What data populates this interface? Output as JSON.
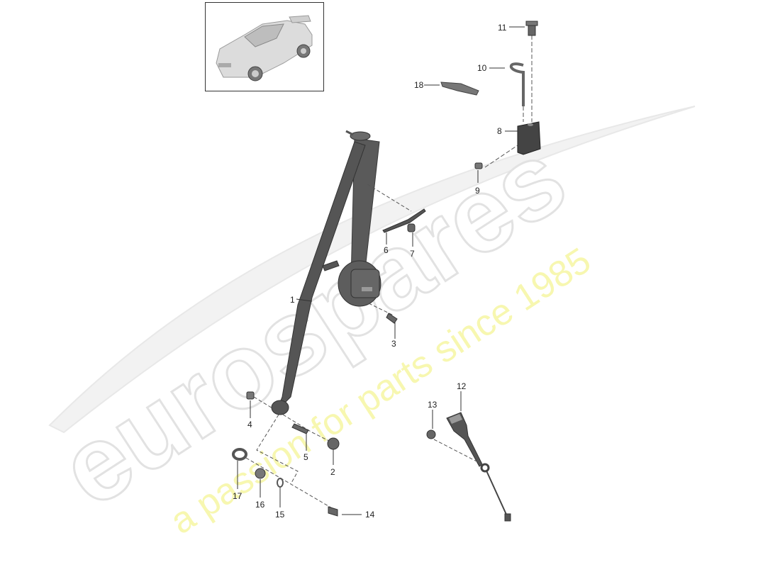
{
  "diagram": {
    "title": "Seat belt assembly exploded parts diagram",
    "thumbnail": {
      "subject": "car-thumbnail",
      "description": "Sports car overview"
    },
    "watermark": {
      "brand": "eurospares",
      "tagline": "a passion for parts since 1985",
      "brand_color": "#e6e6e6",
      "tagline_color": "#f5f5a0"
    },
    "colors": {
      "background": "#ffffff",
      "part_dark": "#4a4a4a",
      "part_mid": "#6a6a6a",
      "leader_line": "#333333",
      "label_text": "#222222"
    },
    "callouts": [
      {
        "number": "1",
        "part": "seat-belt-strap"
      },
      {
        "number": "2",
        "part": "cap"
      },
      {
        "number": "3",
        "part": "retractor-bolt"
      },
      {
        "number": "4",
        "part": "nut"
      },
      {
        "number": "5",
        "part": "anchor-bolt"
      },
      {
        "number": "6",
        "part": "clip-bracket"
      },
      {
        "number": "7",
        "part": "clip-nut"
      },
      {
        "number": "8",
        "part": "belt-guide-block"
      },
      {
        "number": "9",
        "part": "screw"
      },
      {
        "number": "10",
        "part": "guide-loop"
      },
      {
        "number": "11",
        "part": "bolt"
      },
      {
        "number": "12",
        "part": "belt-buckle"
      },
      {
        "number": "13",
        "part": "buckle-bolt"
      },
      {
        "number": "14",
        "part": "screw"
      },
      {
        "number": "15",
        "part": "o-ring"
      },
      {
        "number": "16",
        "part": "spacer"
      },
      {
        "number": "17",
        "part": "washer"
      },
      {
        "number": "18",
        "part": "bracket"
      }
    ]
  }
}
